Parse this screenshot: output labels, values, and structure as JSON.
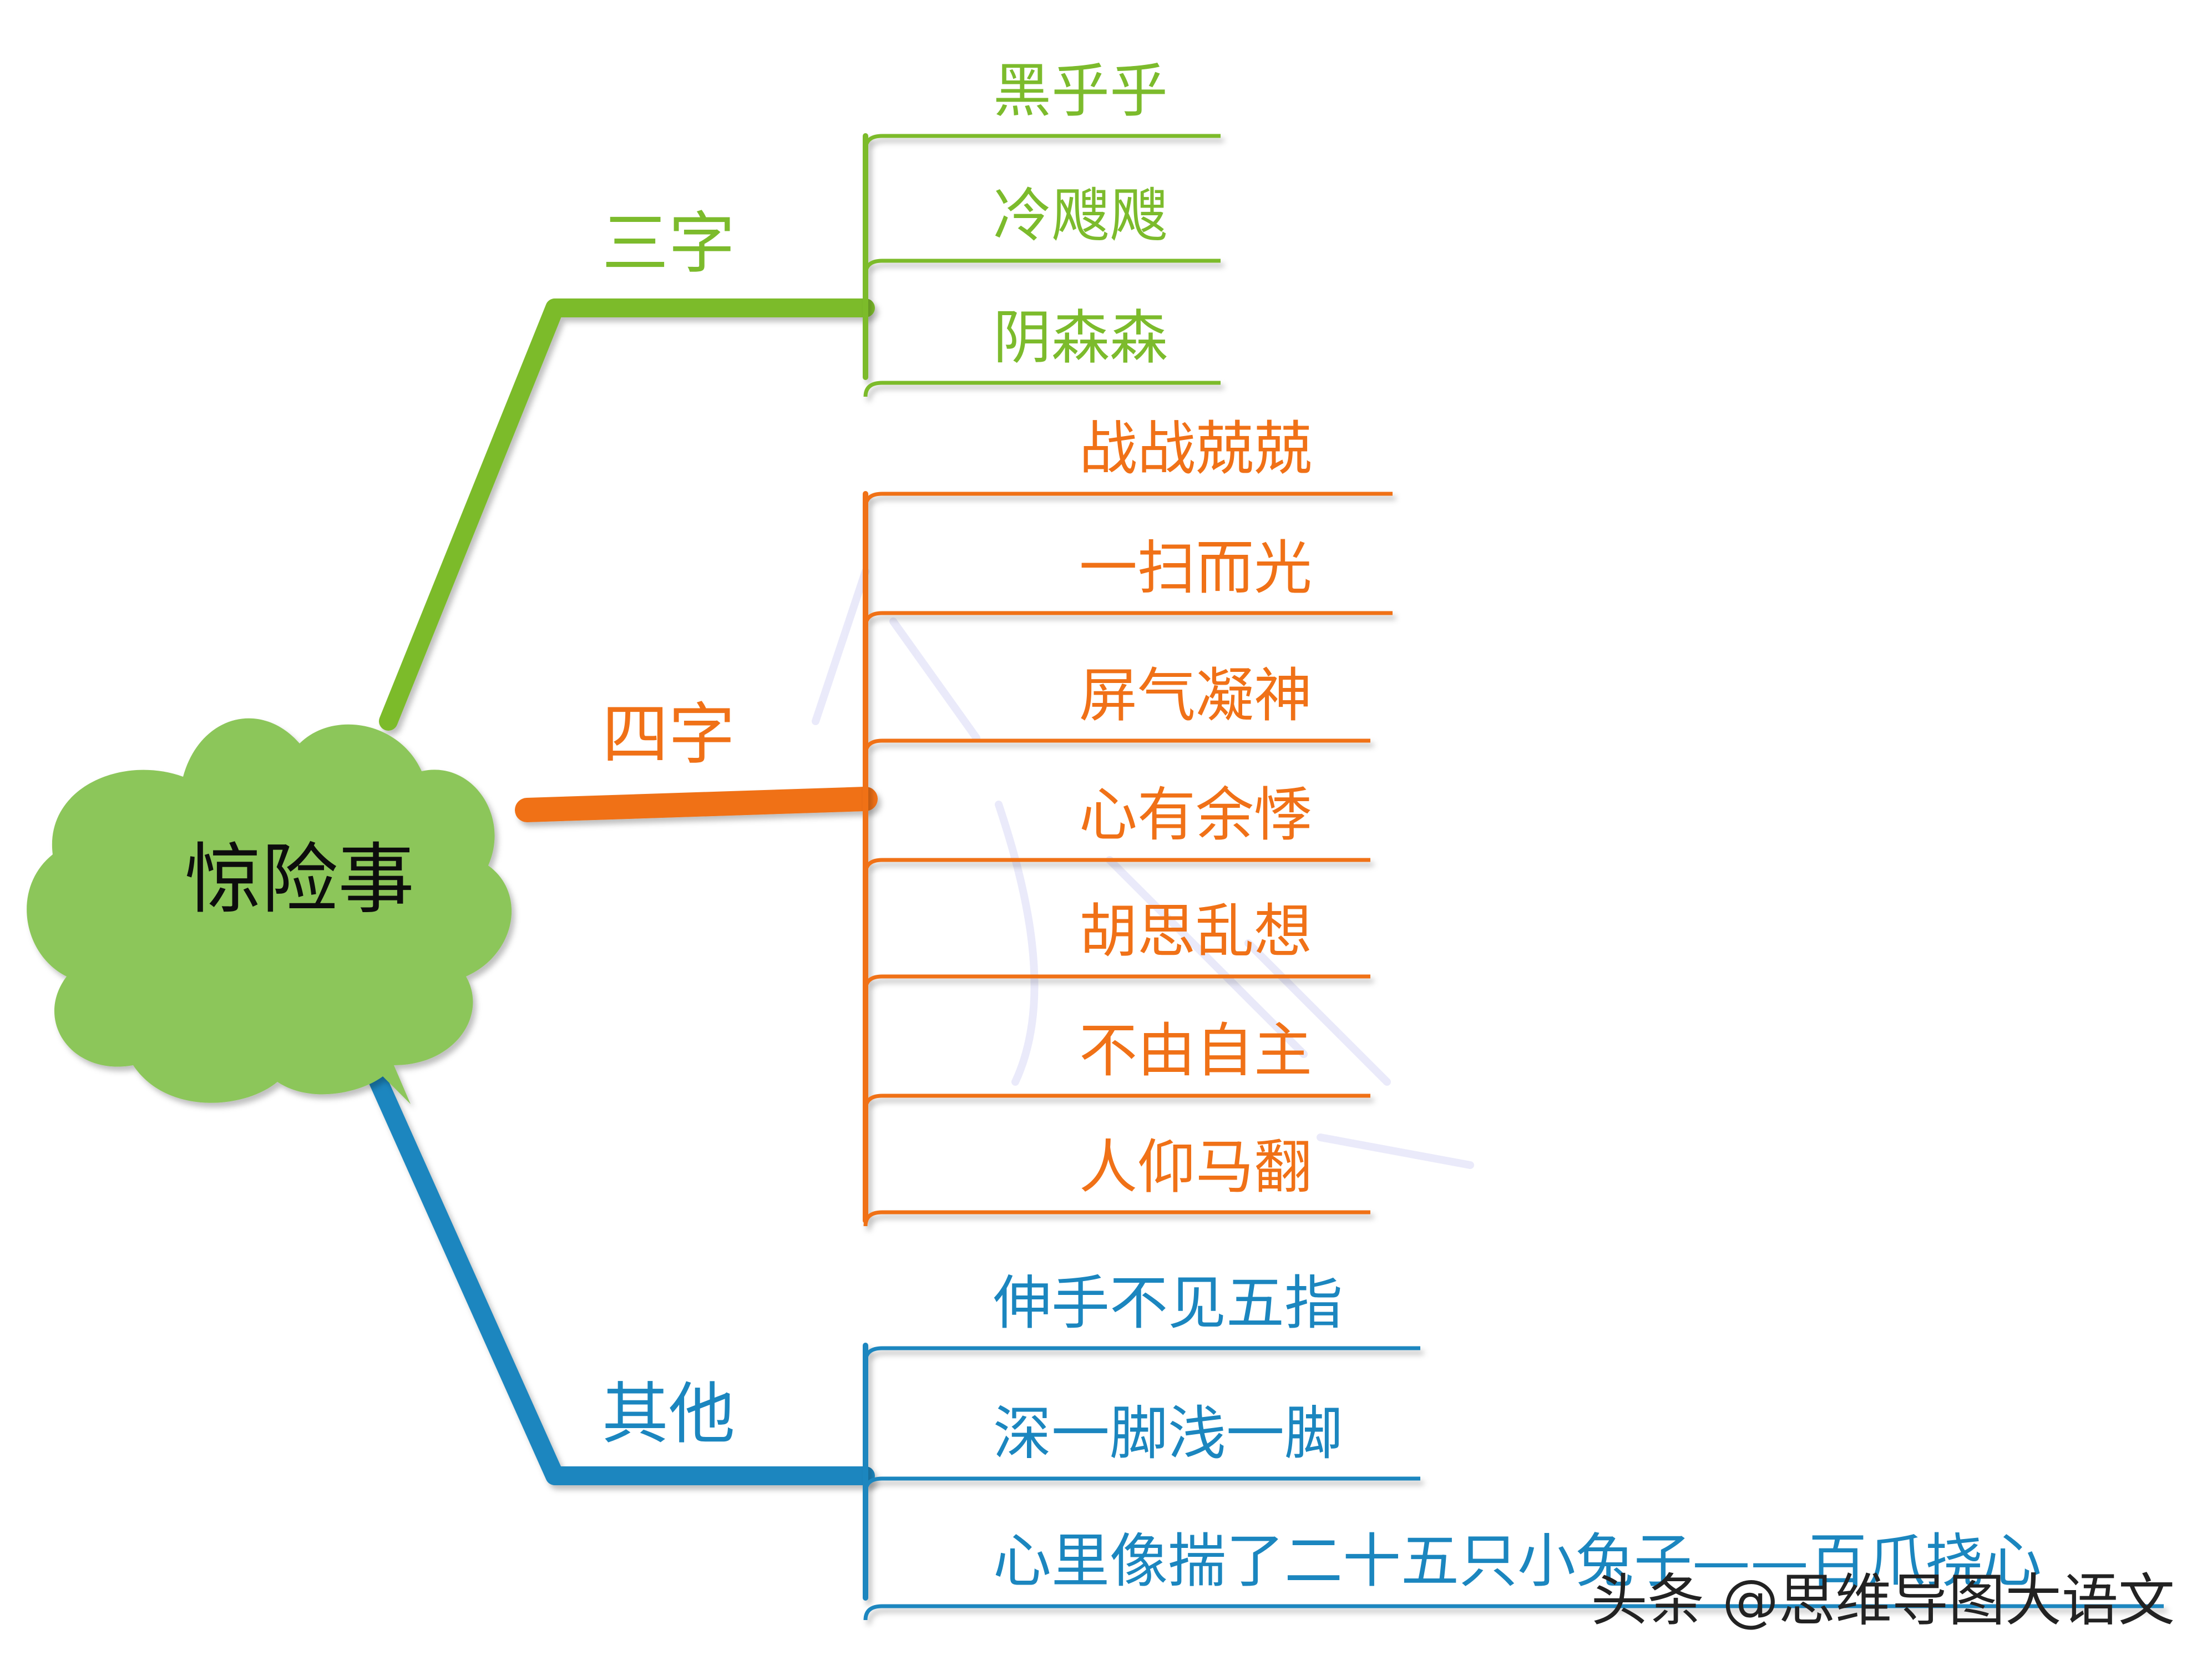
{
  "central": {
    "label": "惊险事",
    "color": "#8cc65a"
  },
  "branches": [
    {
      "label": "三字",
      "color": "#7cbb2c",
      "items": [
        "黑乎乎",
        "冷飕飕",
        "阴森森"
      ]
    },
    {
      "label": "四字",
      "color": "#f07117",
      "items": [
        "战战兢兢",
        "一扫而光",
        "屏气凝神",
        "心有余悸",
        "胡思乱想",
        "不由自主",
        "人仰马翻"
      ]
    },
    {
      "label": "其他",
      "color": "#1b86bf",
      "items": [
        "伸手不见五指",
        "深一脚浅一脚",
        "心里像揣了二十五只小兔子——百爪挠心"
      ]
    }
  ],
  "footer": {
    "credit": "头条 @思维导图大语文"
  }
}
